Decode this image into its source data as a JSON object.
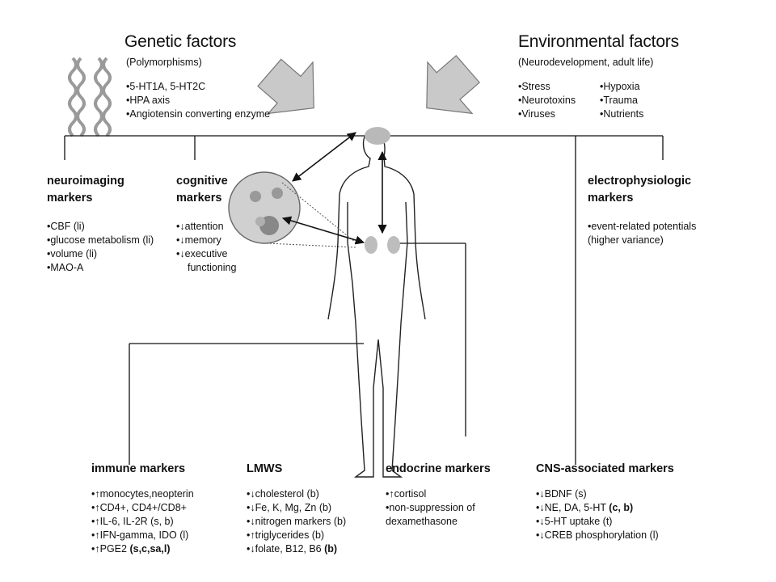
{
  "genetic": {
    "title": "Genetic factors",
    "subtitle": "(Polymorphisms)",
    "items": [
      "•5-HT1A, 5-HT2C",
      "•HPA axis",
      "•Angiotensin converting enzyme"
    ]
  },
  "environmental": {
    "title": "Environmental factors",
    "subtitle": "(Neurodevelopment, adult life)",
    "col1": [
      "•Stress",
      "•Neurotoxins",
      "•Viruses"
    ],
    "col2": [
      "•Hypoxia",
      "•Trauma",
      "•Nutrients"
    ]
  },
  "neuroimaging": {
    "title_line1": "neuroimaging",
    "title_line2": "markers",
    "items": [
      "•CBF (li)",
      "•glucose metabolism (li)",
      "•volume (li)",
      "•MAO-A"
    ]
  },
  "cognitive": {
    "title_line1": "cognitive",
    "title_line2": "markers",
    "items": [
      "•↓attention",
      "•↓memory",
      "•↓executive",
      "functioning"
    ]
  },
  "electrophysiologic": {
    "title_line1": "electrophysiologic",
    "title_line2": "markers",
    "items": [
      "•event-related potentials",
      "(higher variance)"
    ]
  },
  "immune": {
    "title": "immune markers",
    "items": [
      {
        "text": "•↑monocytes,neopterin",
        "tag": ""
      },
      {
        "text": "•↑CD4+, CD4+/CD8+",
        "tag": ""
      },
      {
        "text": "•↑IL-6, IL-2R (s, b)",
        "tag": ""
      },
      {
        "text": "•↑IFN-gamma, IDO (l)",
        "tag": ""
      },
      {
        "text": "•↑PGE2 ",
        "tag": "(s,c,sa,l)"
      }
    ]
  },
  "lmws": {
    "title": "LMWS",
    "items": [
      {
        "text": "•↓cholesterol (b)",
        "tag": ""
      },
      {
        "text": "•↓Fe, K, Mg, Zn (b)",
        "tag": ""
      },
      {
        "text": "•↓nitrogen markers (b)",
        "tag": ""
      },
      {
        "text": "•↑triglycerides (b)",
        "tag": ""
      },
      {
        "text": "•↓folate, B12, B6 ",
        "tag": "(b)"
      }
    ]
  },
  "endocrine": {
    "title": "endocrine markers",
    "items": [
      "•↑cortisol",
      "•non-suppression of",
      "dexamethasone"
    ]
  },
  "cns": {
    "title": "CNS-associated markers",
    "items": [
      {
        "text": "•↓BDNF (s)",
        "tag": ""
      },
      {
        "text": "•↓NE, DA, 5-HT ",
        "tag": "(c, b)"
      },
      {
        "text": "•↓5-HT uptake (t)",
        "tag": ""
      },
      {
        "text": "•↓CREB phosphorylation (l)",
        "tag": ""
      }
    ]
  },
  "colors": {
    "line": "#111111",
    "arrow_fill": "#c9c9c9",
    "organ": "#b9b9b9",
    "panel": "#d0d0d0"
  }
}
